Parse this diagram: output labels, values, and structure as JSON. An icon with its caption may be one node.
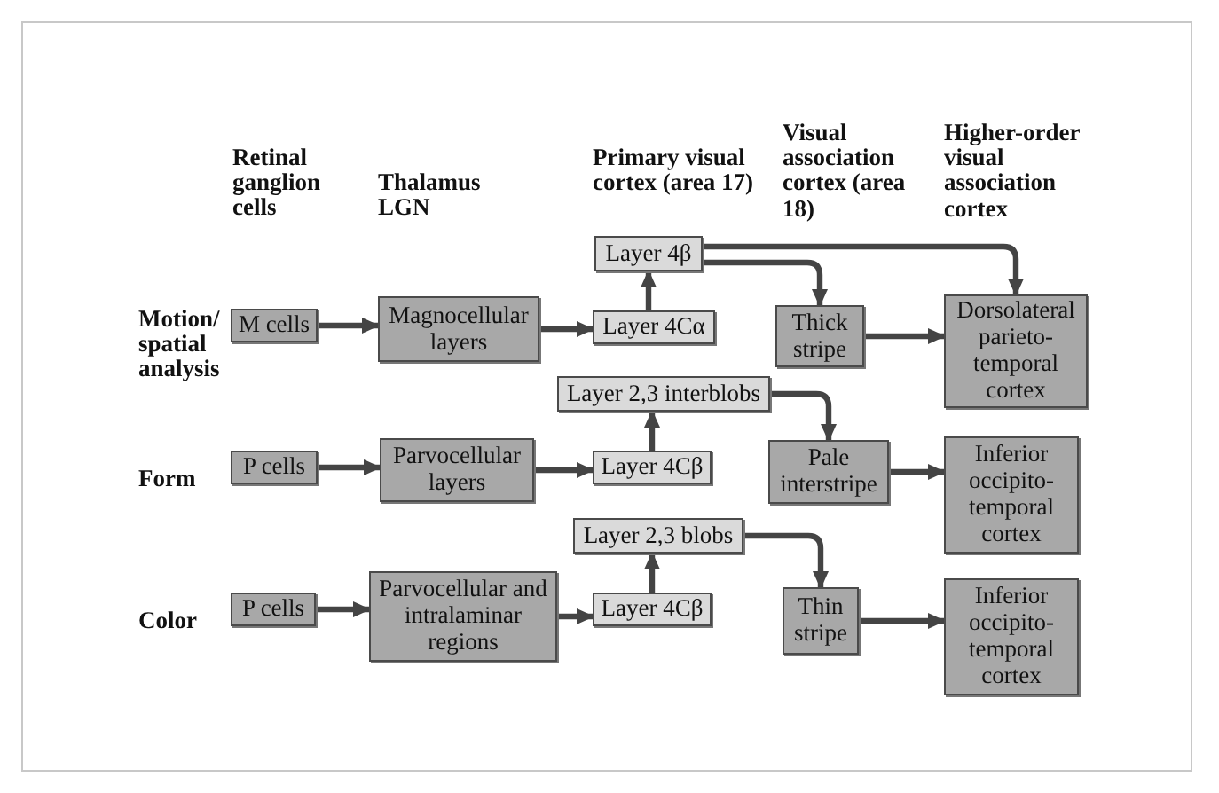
{
  "diagram": {
    "nodes": [
      {
        "text": [
          "M cells"
        ]
      },
      {
        "text": [
          "Magnocellular layers"
        ]
      },
      {
        "text": [
          "Layer 4Cα"
        ]
      },
      {
        "text": [
          "Layer 4β"
        ]
      },
      {
        "text": [
          "Thick stripe"
        ]
      },
      {
        "text": [
          "Dorsolateral parieto-temporal cortex"
        ]
      },
      {
        "text": [
          "P cells"
        ]
      },
      {
        "text": [
          "Parvocellular layers"
        ]
      },
      {
        "text": [
          "Layer 4Cβ"
        ]
      },
      {
        "text": [
          "Layer 2,3 interblobs"
        ]
      },
      {
        "text": [
          "Pale interstripe"
        ]
      },
      {
        "text": [
          "Inferior occipito-temporal cortex"
        ]
      },
      {
        "text": [
          "P cells"
        ]
      },
      {
        "text": [
          "Parvocellular and intralaminar regions"
        ]
      },
      {
        "text": [
          "Layer 4Cβ"
        ]
      },
      {
        "text": [
          "Layer 2,3 blobs"
        ]
      },
      {
        "text": [
          "Thin stripe"
        ]
      },
      {
        "text": [
          "Inferior occipito-temporal cortex"
        ]
      }
    ],
    "edges": [
      {
        "from": 0,
        "to": 1,
        "arrow": "to"
      },
      {
        "from": 1,
        "to": 2,
        "arrow": "to"
      },
      {
        "from": 2,
        "to": 3,
        "arrow": "to"
      },
      {
        "from": 3,
        "to": 4,
        "arrow": "to"
      },
      {
        "from": 3,
        "to": 5,
        "arrow": "to"
      },
      {
        "from": 4,
        "to": 5,
        "arrow": "to"
      },
      {
        "from": 6,
        "to": 7,
        "arrow": "to"
      },
      {
        "from": 7,
        "to": 8,
        "arrow": "to"
      },
      {
        "from": 8,
        "to": 9,
        "arrow": "to"
      },
      {
        "from": 9,
        "to": 10,
        "arrow": "to"
      },
      {
        "from": 10,
        "to": 11,
        "arrow": "to"
      },
      {
        "from": 12,
        "to": 13,
        "arrow": "to"
      },
      {
        "from": 13,
        "to": 14,
        "arrow": "to"
      },
      {
        "from": 14,
        "to": 15,
        "arrow": "to"
      },
      {
        "from": 15,
        "to": 16,
        "arrow": "to"
      },
      {
        "from": 16,
        "to": 17,
        "arrow": "to"
      }
    ],
    "labels": [
      "Retinal ganglion cells",
      "Thalamus LGN",
      "Primary visual cortex (area 17)",
      "Visual association cortex (area 18)",
      "Higher-order visual association cortex",
      "Motion/ spatial analysis",
      "Form",
      "Color"
    ]
  }
}
